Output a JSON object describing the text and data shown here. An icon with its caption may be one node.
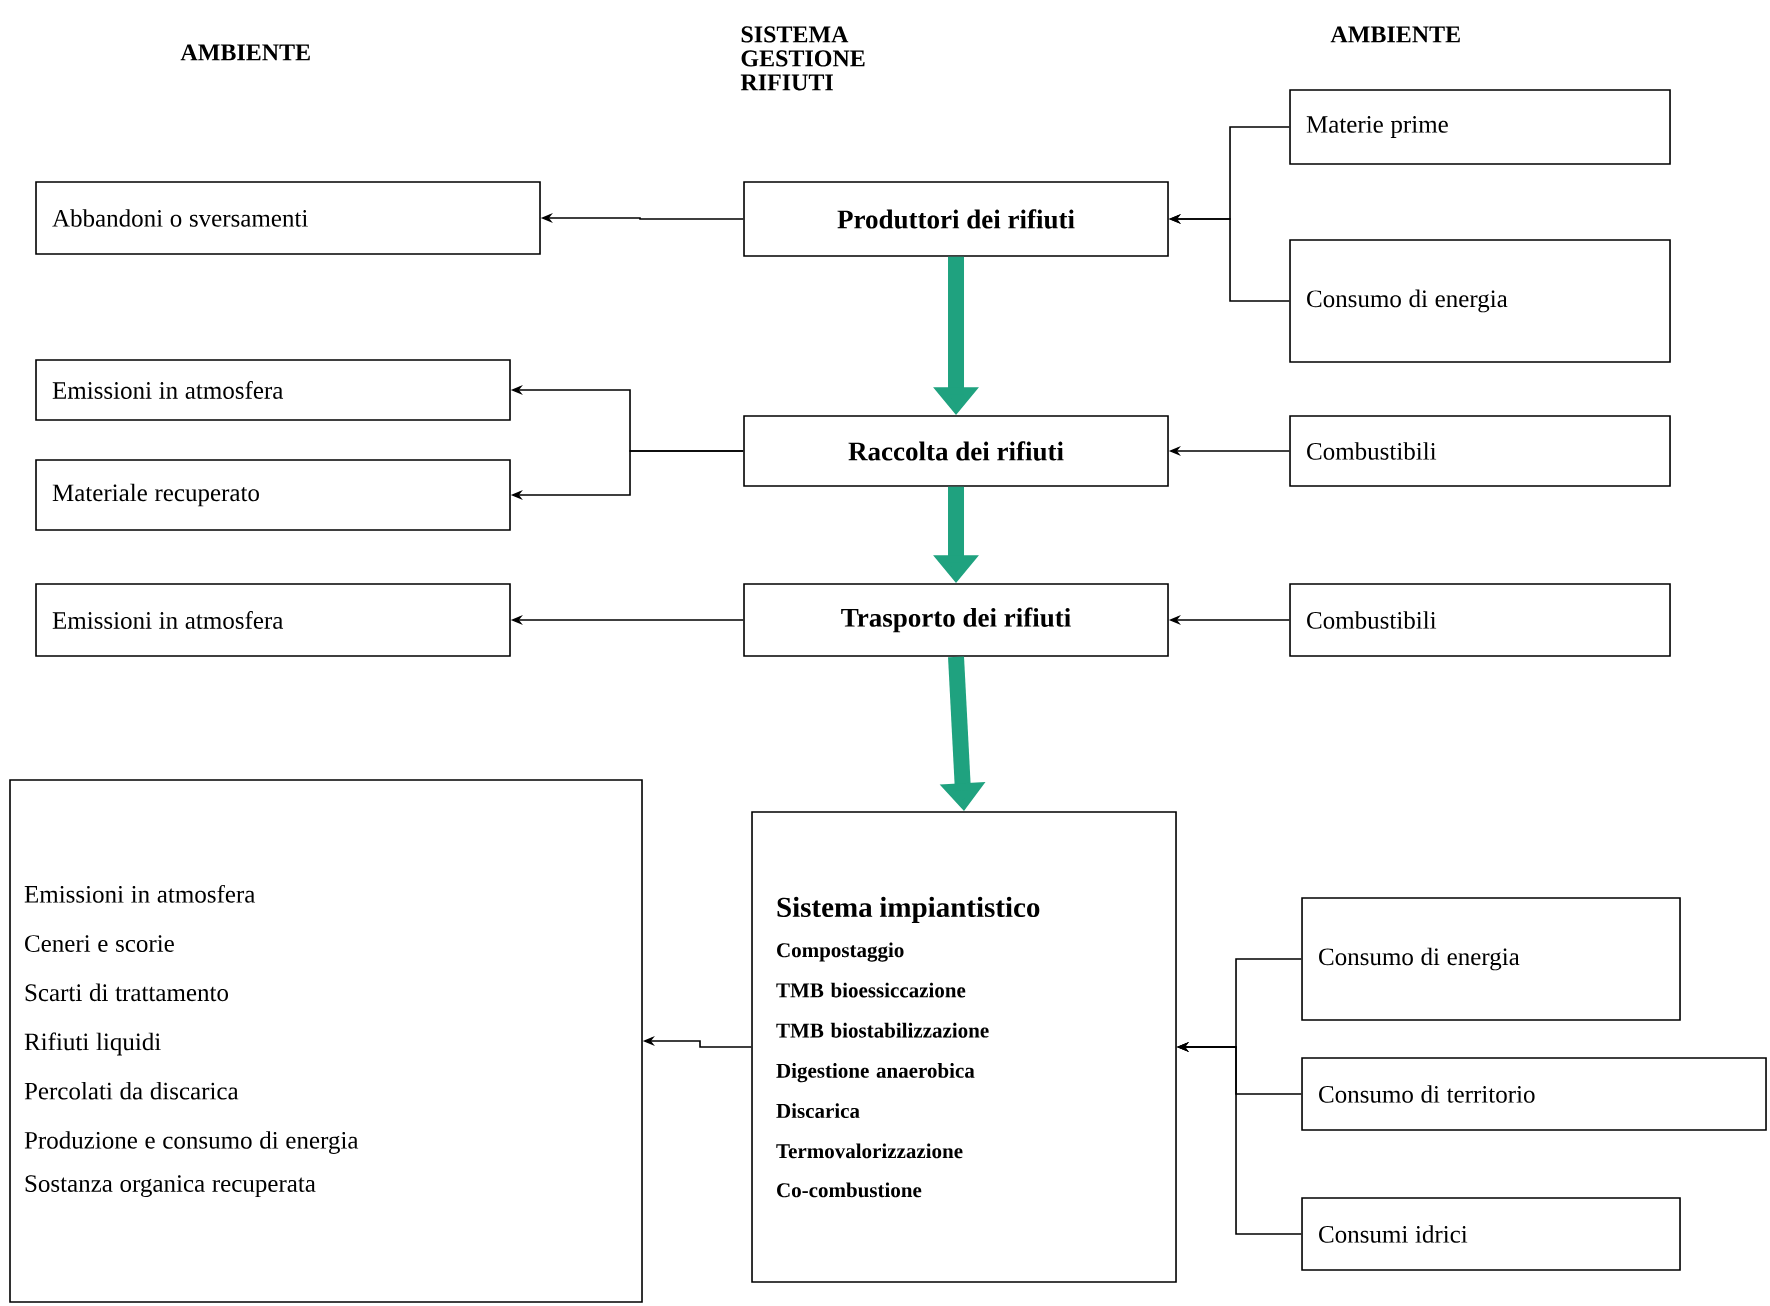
{
  "diagram": {
    "nodes": [
      {
        "text": [
          "Produttori dei rifiuti"
        ]
      },
      {
        "text": [
          "Materie prime"
        ]
      },
      {
        "text": [
          "Consumo di energia"
        ]
      },
      {
        "text": [
          "Abbandoni o sversamenti"
        ]
      },
      {
        "text": [
          "Raccolta dei rifiuti"
        ]
      },
      {
        "text": [
          "Emissioni in atmosfera"
        ]
      },
      {
        "text": [
          "Materiale recuperato"
        ]
      },
      {
        "text": [
          "Combustibili"
        ]
      },
      {
        "text": [
          "Trasporto dei rifiuti"
        ]
      },
      {
        "text": [
          "Emissioni in atmosfera"
        ]
      },
      {
        "text": [
          "Combustibili"
        ]
      },
      {
        "text": [
          "Sistema impiantistico",
          "Compostaggio",
          "TMB bioessiccazione",
          "TMB biostabilizzazione",
          "Digestione anaerobica",
          "Discarica",
          "Termovalorizzazione",
          "Co-combustione"
        ]
      },
      {
        "text": [
          "Emissioni in atmosfera",
          "Ceneri e scorie",
          "Scarti di trattamento",
          "Rifiuti liquidi",
          "Percolati da discarica",
          "Produzione e consumo di energia",
          "Sostanza organica recuperata"
        ]
      },
      {
        "text": [
          "Consumo di energia"
        ]
      },
      {
        "text": [
          "Consumo di territorio"
        ]
      },
      {
        "text": [
          "Consumi idrici"
        ]
      }
    ],
    "edges": [
      {
        "from": 1,
        "to": 0,
        "arrow": "to"
      },
      {
        "from": 2,
        "to": 0,
        "arrow": "to"
      },
      {
        "from": 0,
        "to": 3,
        "arrow": "to"
      },
      {
        "from": 0,
        "to": 4,
        "arrow": "to",
        "style": "thick",
        "color": "#1fa27f"
      },
      {
        "from": 4,
        "to": 5,
        "arrow": "to"
      },
      {
        "from": 4,
        "to": 6,
        "arrow": "to"
      },
      {
        "from": 7,
        "to": 4,
        "arrow": "to"
      },
      {
        "from": 4,
        "to": 8,
        "arrow": "to",
        "style": "thick",
        "color": "#1fa27f"
      },
      {
        "from": 8,
        "to": 9,
        "arrow": "to"
      },
      {
        "from": 10,
        "to": 8,
        "arrow": "to"
      },
      {
        "from": 8,
        "to": 11,
        "arrow": "to",
        "style": "thick",
        "color": "#1fa27f"
      },
      {
        "from": 11,
        "to": 12,
        "arrow": "to"
      },
      {
        "from": 13,
        "to": 11,
        "arrow": "to"
      },
      {
        "from": 14,
        "to": 11,
        "arrow": "to"
      },
      {
        "from": 15,
        "to": 11,
        "arrow": "to"
      }
    ],
    "labels": [
      "AMBIENTE",
      "SISTEMA GESTIONE RIFIUTI",
      "AMBIENTE"
    ]
  }
}
